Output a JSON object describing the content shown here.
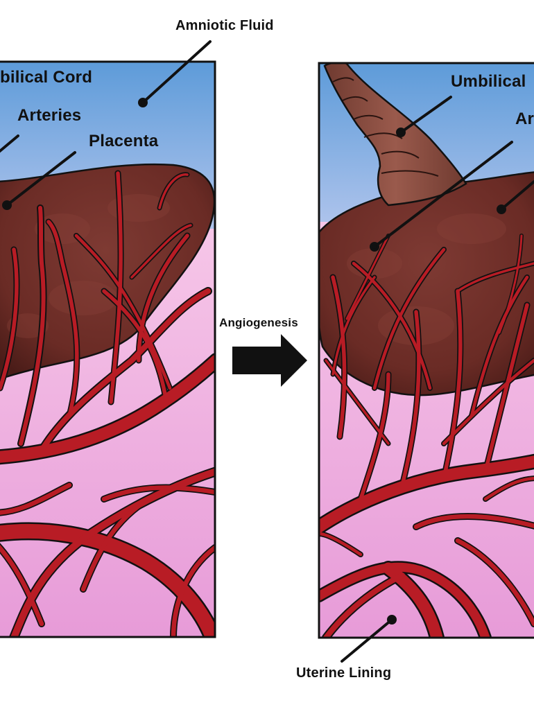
{
  "figure": {
    "labels": {
      "amniotic_fluid": "Amniotic Fluid",
      "umbilical_cord_left": "bilical Cord",
      "arteries_left": "Arteries",
      "placenta_left": "Placenta",
      "angiogenesis": "Angiogenesis",
      "umbilical_right": "Umbilical",
      "arteries_right": "Ar",
      "uterine_lining": "Uterine Lining"
    },
    "colors": {
      "amniotic_top": "#5d9bd9",
      "amniotic_bottom": "#b7c8ee",
      "placenta": "#6e2e28",
      "placenta_dark": "#4a1c18",
      "uterine_top": "#f6c6e8",
      "uterine_bottom": "#e79bd8",
      "vessel": "#b81c25",
      "vessel_dark": "#7a0f15",
      "outline": "#111111",
      "cord": "#8a4a3e"
    }
  }
}
